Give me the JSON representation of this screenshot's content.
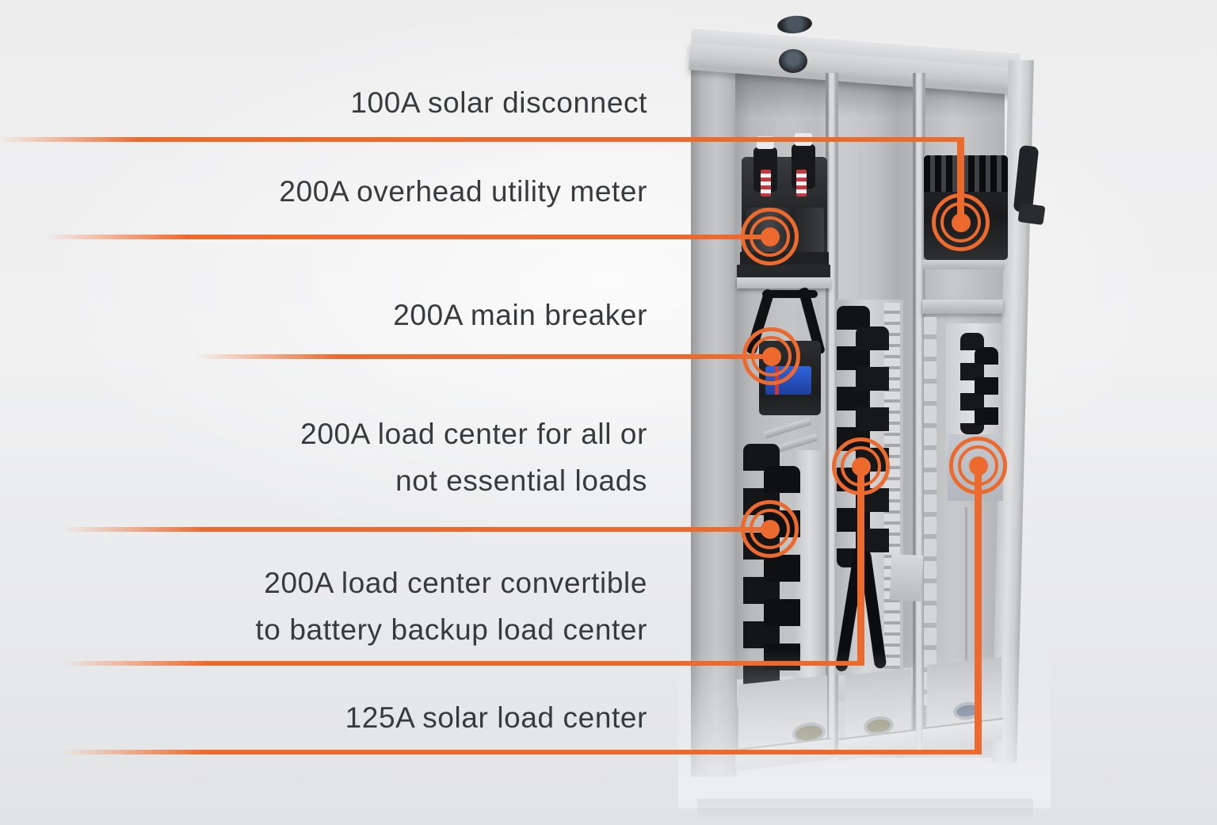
{
  "page": {
    "type": "product-callout-infographic",
    "background_color": "#eef0f1"
  },
  "style": {
    "accent_color": "#ed6a2e",
    "label_text_color": "#393a3c"
  },
  "panel": {
    "description": "3-bay meter-main combo electrical panel, interior view, grayscale photo"
  },
  "callouts": [
    {
      "id": "solar-disconnect",
      "label_lines": [
        "100A solar disconnect"
      ]
    },
    {
      "id": "overhead-utility-meter",
      "label_lines": [
        "200A overhead utility meter"
      ]
    },
    {
      "id": "main-breaker",
      "label_lines": [
        "200A main breaker"
      ]
    },
    {
      "id": "load-center-essential",
      "label_lines": [
        "200A load center for all or",
        "not essential loads"
      ]
    },
    {
      "id": "load-center-convertible",
      "label_lines": [
        "200A load center convertible",
        "to battery backup load center"
      ]
    },
    {
      "id": "solar-load-center",
      "label_lines": [
        "125A solar load center"
      ]
    }
  ]
}
